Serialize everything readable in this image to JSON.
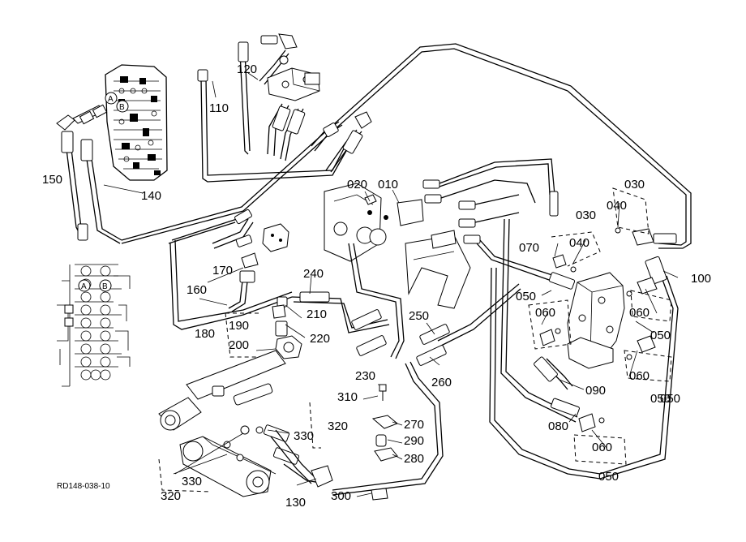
{
  "drawing_code": "RD148-038-10",
  "callouts": {
    "c010": "010",
    "c020": "020",
    "c030a": "030",
    "c030b": "030",
    "c040a": "040",
    "c040b": "040",
    "c050a": "050",
    "c050b": "050",
    "c050c": "050",
    "c050d": "050",
    "c050e": "050",
    "c060a": "060",
    "c060b": "060",
    "c060c": "060",
    "c060d": "060",
    "c070": "070",
    "c080": "080",
    "c090": "090",
    "c100": "100",
    "c110": "110",
    "c120": "120",
    "c130": "130",
    "c140": "140",
    "c150": "150",
    "c160": "160",
    "c170": "170",
    "c180": "180",
    "c190": "190",
    "c200": "200",
    "c210": "210",
    "c220": "220",
    "c230": "230",
    "c240": "240",
    "c250": "250",
    "c260": "260",
    "c270": "270",
    "c280": "280",
    "c290": "290",
    "c300": "300",
    "c310": "310",
    "c320a": "320",
    "c320b": "320",
    "c330a": "330",
    "c330b": "330"
  },
  "port_marks": {
    "a_top": "A",
    "b_top": "B",
    "a_left": "A",
    "b_left": "B"
  }
}
